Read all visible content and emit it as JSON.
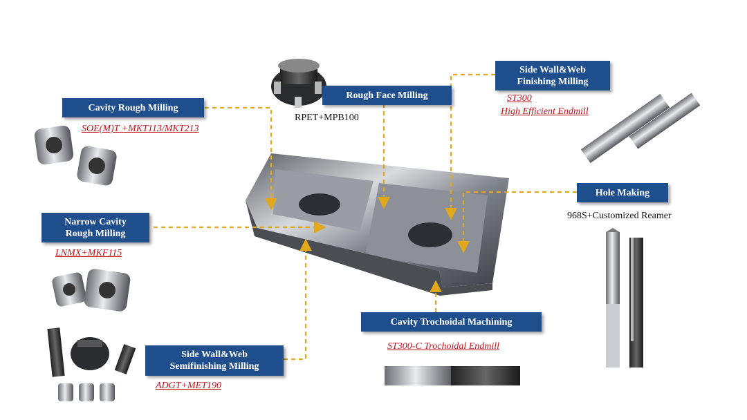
{
  "colors": {
    "label_bg": "#1f4e8c",
    "label_text": "#ffffff",
    "accent_red": "#c0141c",
    "arrow": "#e0a81a"
  },
  "labels": {
    "cavity_rough": "Cavity Rough Milling",
    "rough_face": "Rough Face Milling",
    "side_finish_1": "Side Wall&Web",
    "side_finish_2": "Finishing Milling",
    "hole_making": "Hole Making",
    "narrow_1": "Narrow Cavity",
    "narrow_2": "Rough Milling",
    "side_semi_1": "Side Wall&Web",
    "side_semi_2": "Semifinishing Milling",
    "trochoidal": "Cavity Trochoidal Machining"
  },
  "tools": {
    "cavity_rough": "SOE(M)T +MKT113/MKT213",
    "rough_face": "RPET+MPB100",
    "side_finish_a": "ST300",
    "side_finish_b": "High Efficient Endmill",
    "hole_making": "968S+Customized Reamer",
    "narrow": "LNMX+MKF115",
    "side_semi": "ADGT+MET190",
    "trochoidal": "ST300-C Trochoidal Endmill"
  }
}
